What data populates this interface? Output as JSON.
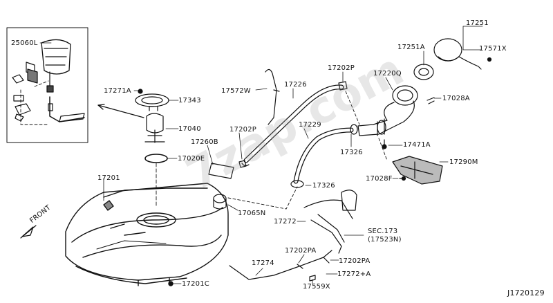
{
  "watermark": "7zap.com",
  "diagram_id": "J1720129",
  "front_label": "FRONT",
  "labels": {
    "p25060L": "25060L",
    "p17271A": "17271A",
    "p17343": "17343",
    "p17040": "17040",
    "p17020E": "17020E",
    "p17201": "17201",
    "p17201C": "17201C",
    "p17572W": "17572W",
    "p17226": "17226",
    "p17202P_top": "17202P",
    "p17202P_mid": "17202P",
    "p17260B": "17260B",
    "p17065N": "17065N",
    "p17229": "17229",
    "p17326_a": "17326",
    "p17326_b": "17326",
    "p17220Q": "17220Q",
    "p17251": "17251",
    "p17251A": "17251A",
    "p17571X": "17571X",
    "p17028A": "17028A",
    "p17471A": "17471A",
    "p17290M": "17290M",
    "p17028F": "17028F",
    "p17272": "17272",
    "sec173_line1": "SEC.173",
    "sec173_line2": "(17523N)",
    "p17202PA_a": "17202PA",
    "p17202PA_b": "17202PA",
    "p17274": "17274",
    "p17272A": "17272+A",
    "p17559X": "17559X"
  }
}
